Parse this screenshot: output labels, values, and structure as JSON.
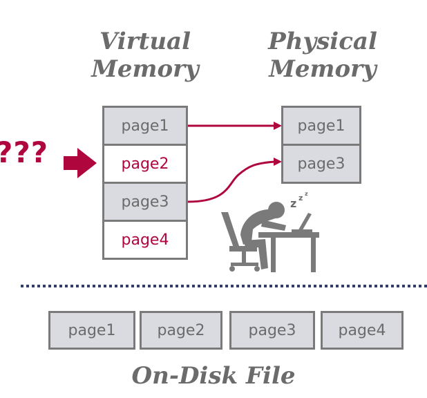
{
  "headings": {
    "virtual_line1": "Virtual",
    "virtual_line2": "Memory",
    "physical_line1": "Physical",
    "physical_line2": "Memory"
  },
  "virtual_memory": {
    "pages": [
      "page1",
      "page2",
      "page3",
      "page4"
    ]
  },
  "physical_memory": {
    "pages": [
      "page1",
      "page3"
    ]
  },
  "disk_file": {
    "pages": [
      "page1",
      "page2",
      "page3",
      "page4"
    ],
    "label": "On-Disk File"
  },
  "fault_marker": "???",
  "sleep_text": "zzz",
  "colors": {
    "accent": "#b0063e",
    "gray": "#7a7a7a",
    "page_fill": "#d9dbe1",
    "text_gray": "#6b6b6b"
  }
}
